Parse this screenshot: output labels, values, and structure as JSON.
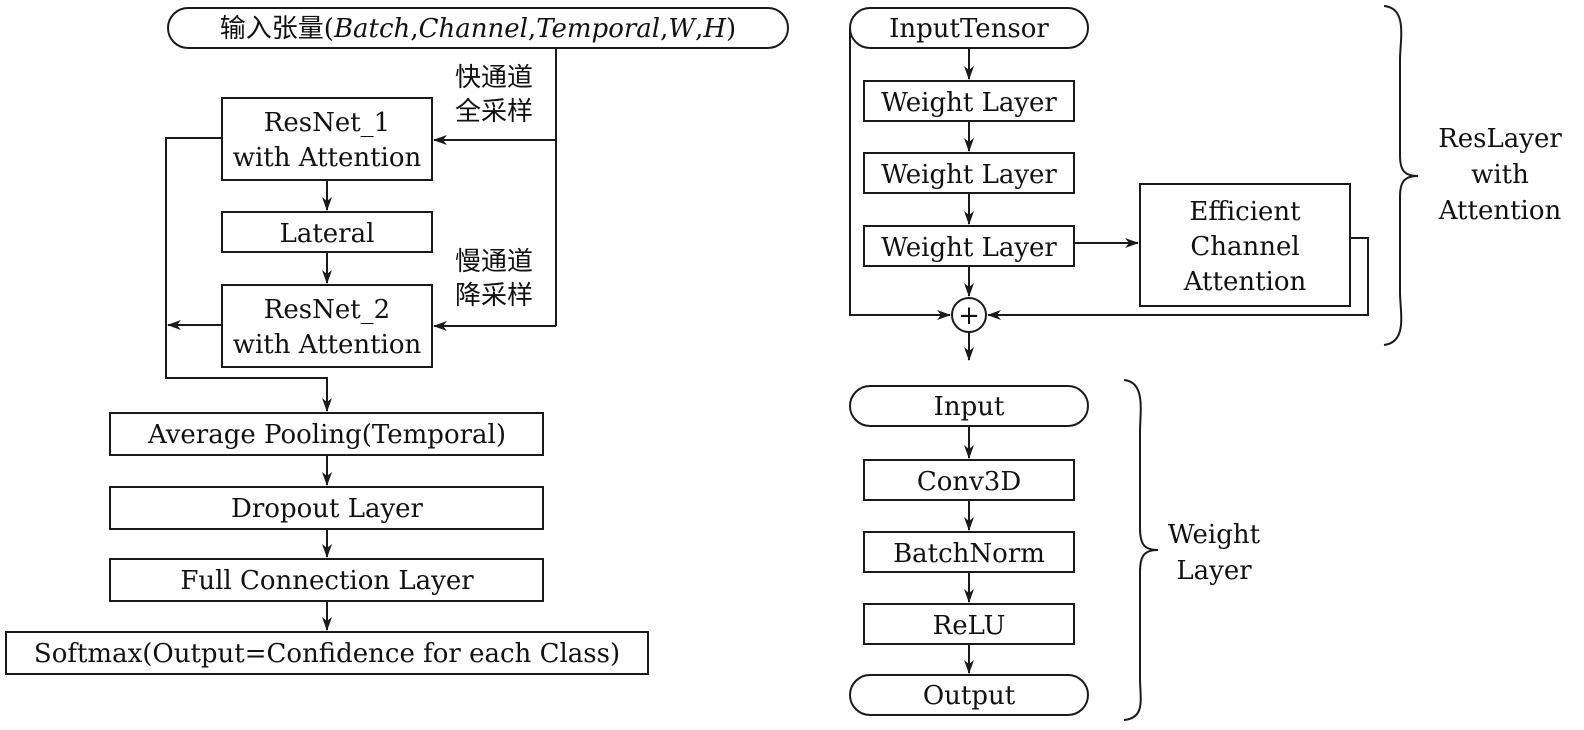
{
  "left_flow": {
    "input_prefix": "输入张量(",
    "input_p1": "Batch",
    "input_p2": "Channel",
    "input_p3": "Temporal",
    "input_p4": "W",
    "input_p5": "H",
    "input_suffix": ")",
    "comma": ",",
    "fast_path_line1": "快通道",
    "fast_path_line2": "全采样",
    "slow_path_line1": "慢通道",
    "slow_path_line2": "降采样",
    "resnet1_line1": "ResNet_1",
    "resnet1_line2": "with Attention",
    "lateral": "Lateral",
    "resnet2_line1": "ResNet_2",
    "resnet2_line2": "with Attention",
    "avg_pooling": "Average Pooling(Temporal)",
    "dropout": "Dropout Layer",
    "full_connection": "Full Connection Layer",
    "softmax": "Softmax(Output=Confidence for each Class)"
  },
  "reslayer": {
    "input_tensor": "InputTensor",
    "weight_layer_1": "Weight Layer",
    "weight_layer_2": "Weight Layer",
    "weight_layer_3": "Weight Layer",
    "eca_line1": "Efficient",
    "eca_line2": "Channel",
    "eca_line3": "Attention",
    "sum_symbol": "+",
    "brace_label_line1": "ResLayer",
    "brace_label_line2": "with",
    "brace_label_line3": "Attention"
  },
  "weight_layer": {
    "input": "Input",
    "conv3d": "Conv3D",
    "batchnorm": "BatchNorm",
    "relu": "ReLU",
    "output": "Output",
    "brace_label_line1": "Weight",
    "brace_label_line2": "Layer"
  }
}
